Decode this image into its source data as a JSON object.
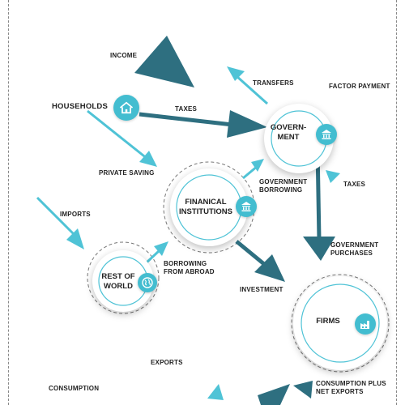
{
  "colors": {
    "teal_dark": "#2e6f80",
    "teal_light": "#4fc3d6",
    "badge": "#43bdd0"
  },
  "nodes": {
    "households": "HOUSEHOLDS",
    "government_line1": "GOVERN-",
    "government_line2": "MENT",
    "financial_line1": "FINANICAL",
    "financial_line2": "INSTITUTIONS",
    "rest_line1": "REST OF",
    "rest_line2": "WORLD",
    "firms": "FIRMS"
  },
  "flows": {
    "income": "INCOME",
    "transfers": "TRANSFERS",
    "factor_payment": "FACTOR PAYMENT",
    "taxes_household": "TAXES",
    "private_saving": "PRIVATE SAVING",
    "gov_borrowing_line1": "GOVERNMENT",
    "gov_borrowing_line2": "BORROWING",
    "taxes_firms": "TAXES",
    "imports": "IMPORTS",
    "gov_purchases_line1": "GOVERNMENT",
    "gov_purchases_line2": "PURCHASES",
    "borrowing_abroad_line1": "BORROWING",
    "borrowing_abroad_line2": "FROM ABROAD",
    "investment": "INVESTMENT",
    "exports": "EXPORTS",
    "consumption": "CONSUMPTION",
    "consumption_plus_line1": "CONSUMPTION PLUS",
    "consumption_plus_line2": "NET EXPORTS"
  },
  "icons": [
    "house-icon",
    "bank-icon",
    "globe-icon",
    "factory-icon"
  ]
}
